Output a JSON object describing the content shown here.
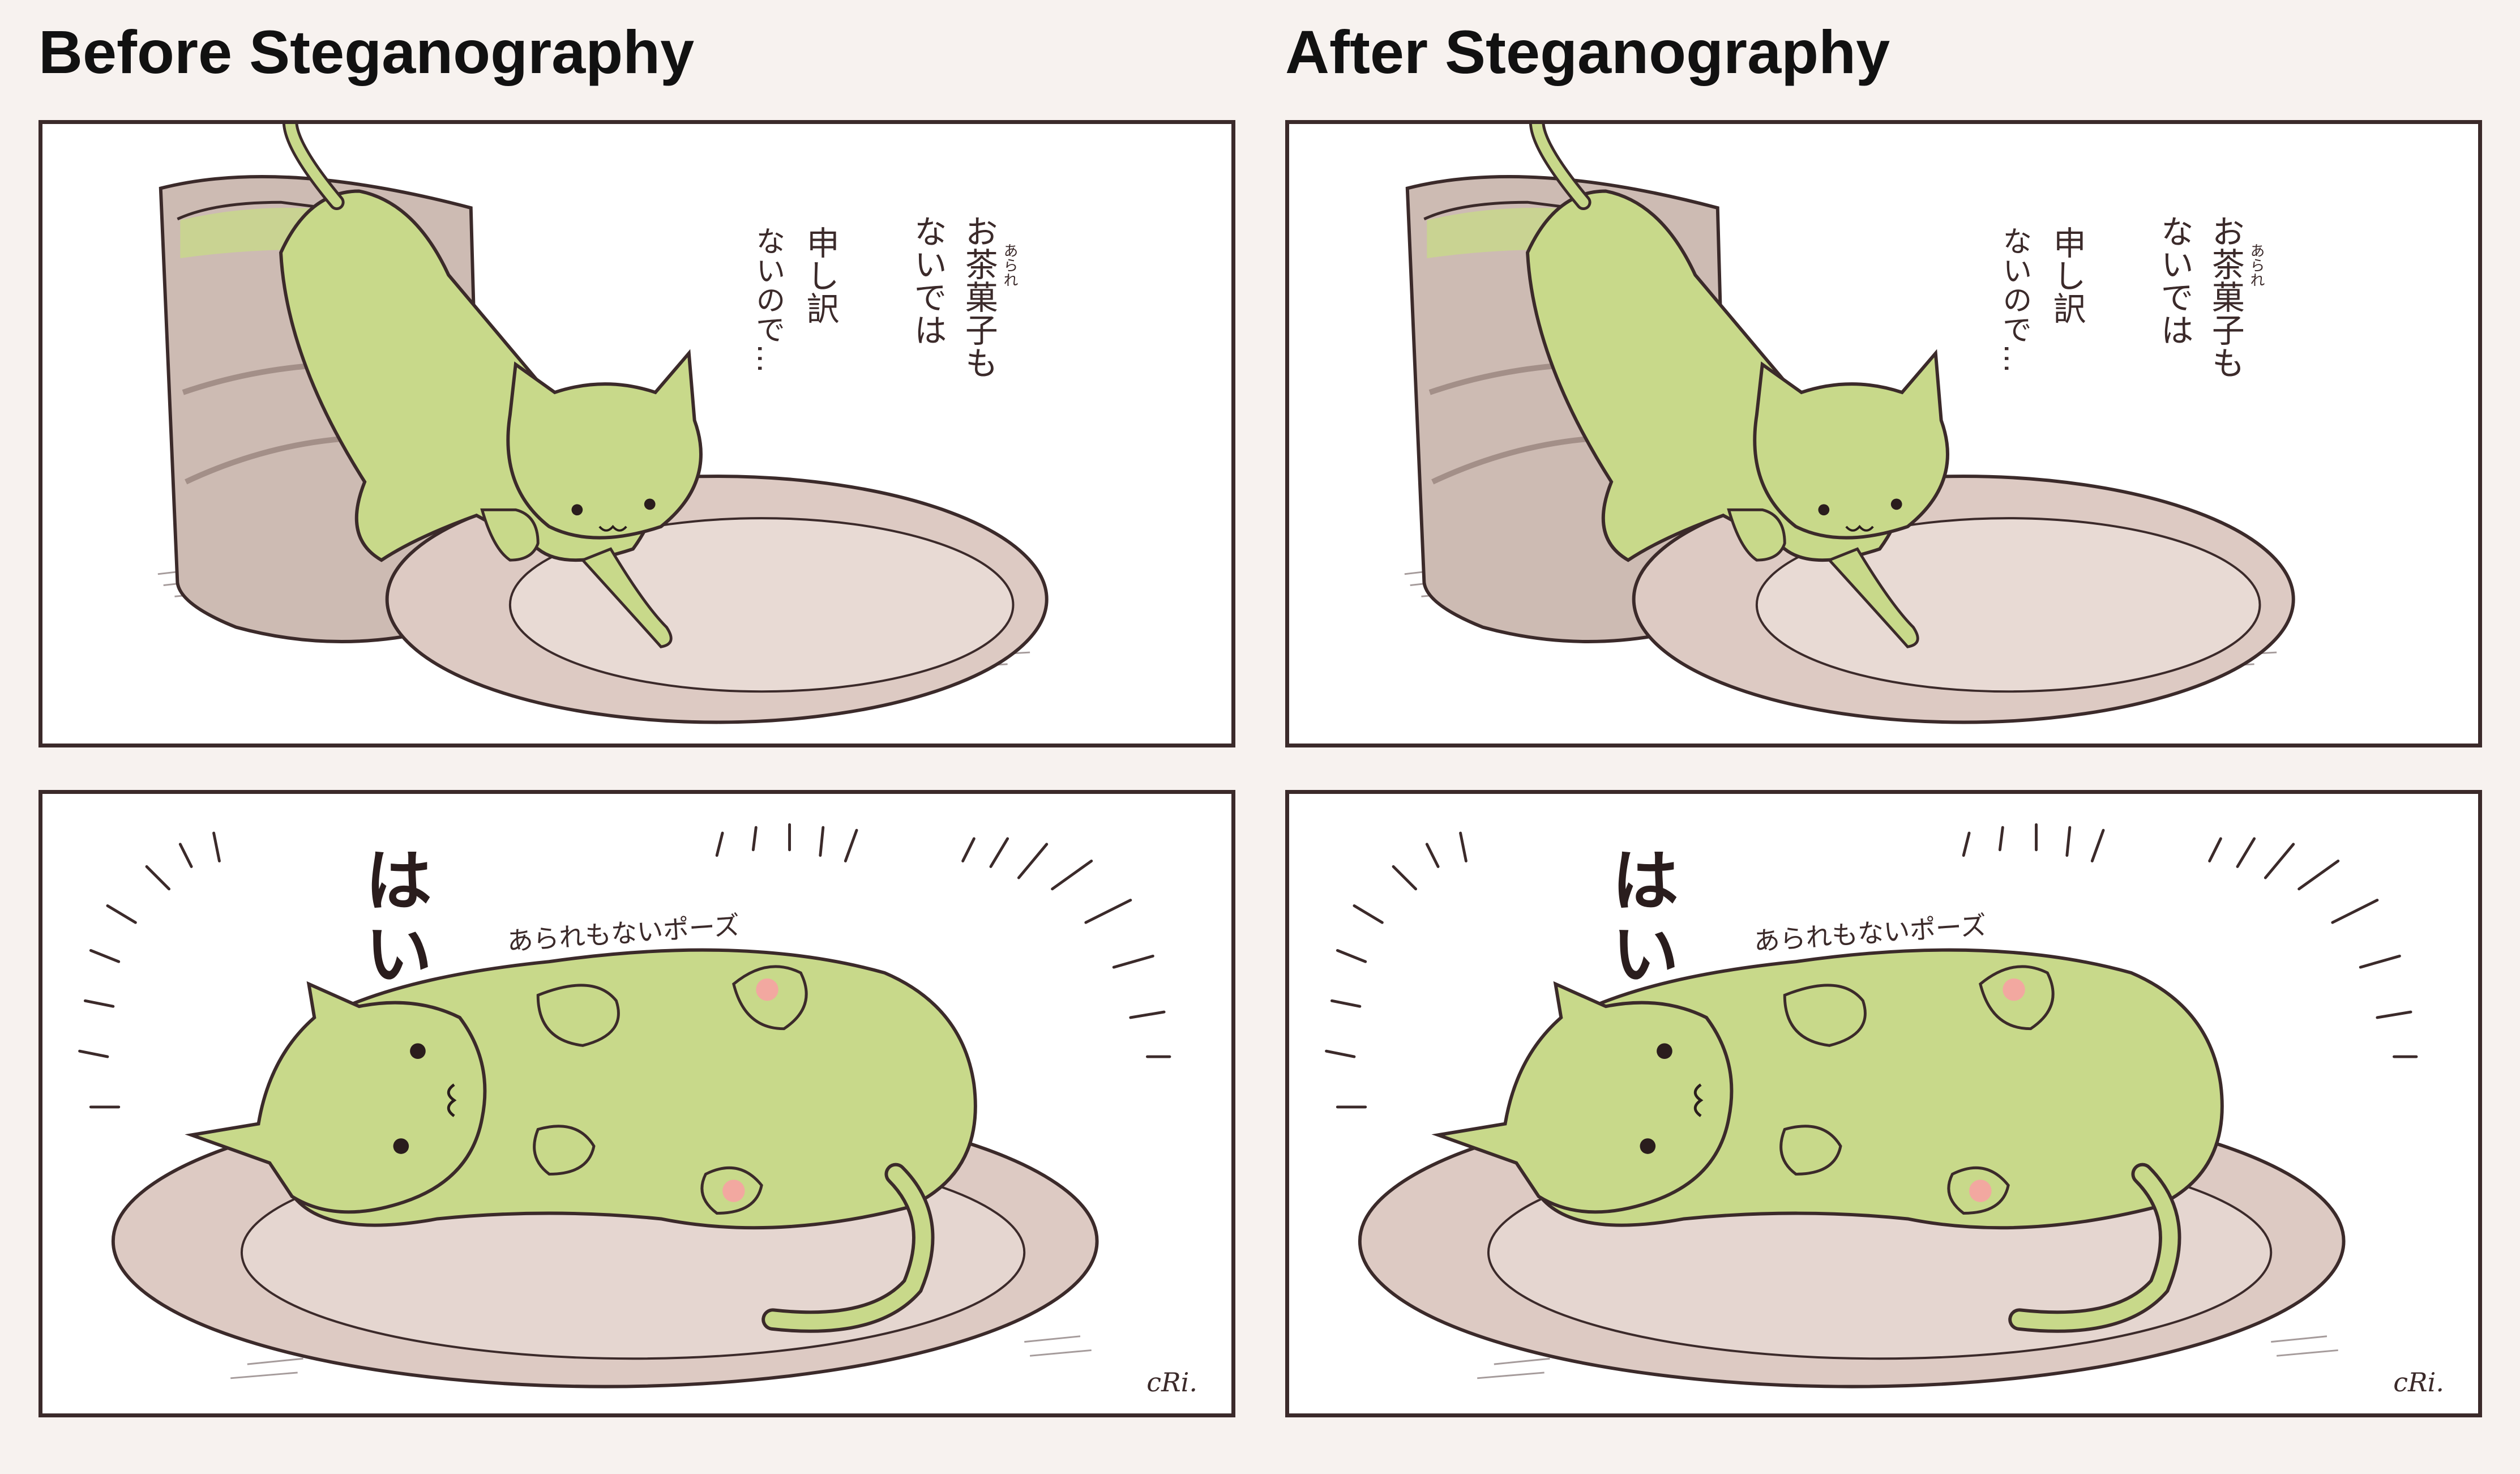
{
  "columns": [
    {
      "title": "Before Steganography"
    },
    {
      "title": "After Steganography"
    }
  ],
  "comic": {
    "panel1": {
      "line_a": "お茶菓子も",
      "line_a_ruby": "あられ",
      "line_b": "ないでは",
      "line_c": "申し訳",
      "line_d": "ないので…"
    },
    "panel2": {
      "exclaim": "はい",
      "caption": "あられもないポーズ"
    },
    "signature": "cRi."
  },
  "colors": {
    "background": "#f7f2ef",
    "frame": "#3b2a2a",
    "cat": "#c8d98a",
    "cup": "#cdbbb3",
    "plate": "#ddcac3"
  }
}
